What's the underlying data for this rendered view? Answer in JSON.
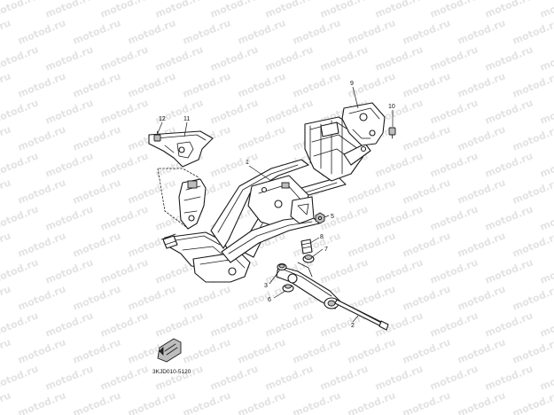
{
  "watermark": {
    "text": "motod.ru"
  },
  "callouts": [
    {
      "id": "c1",
      "label": "1"
    },
    {
      "id": "c2",
      "label": "2"
    },
    {
      "id": "c3",
      "label": "3"
    },
    {
      "id": "c5",
      "label": "5"
    },
    {
      "id": "c6",
      "label": "6"
    },
    {
      "id": "c7",
      "label": "7"
    },
    {
      "id": "c8",
      "label": "8"
    },
    {
      "id": "c9",
      "label": "9"
    },
    {
      "id": "c10",
      "label": "10"
    },
    {
      "id": "c11",
      "label": "11"
    },
    {
      "id": "c12",
      "label": "12"
    }
  ],
  "diagram_code": "3KJD010-5120"
}
